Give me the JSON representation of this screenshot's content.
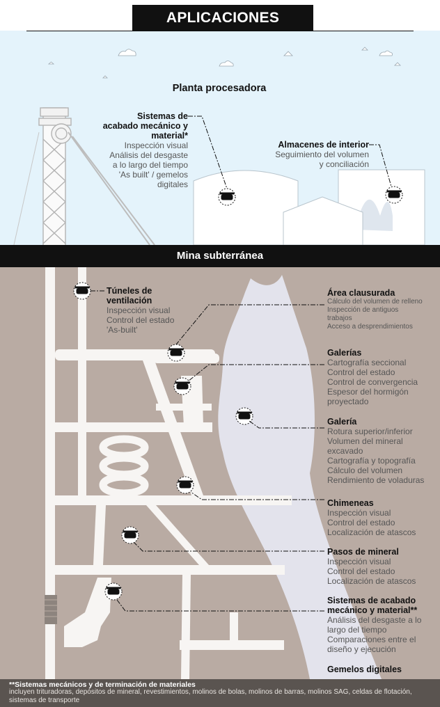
{
  "header": {
    "title": "APLICACIONES"
  },
  "plant": {
    "title": "Planta procesadora",
    "systems": {
      "title_lines": [
        "Sistemas de",
        "acabado mecánico y",
        "material*"
      ],
      "items": [
        "Inspección visual",
        "Análisis del desgaste",
        "a lo largo del tiempo",
        "'As built' / gemelos",
        "digitales"
      ]
    },
    "storage": {
      "title": "Almacenes de interior",
      "items": [
        "Seguimiento del volumen",
        "y conciliación"
      ]
    }
  },
  "mine": {
    "title": "Mina subterránea",
    "ventilation": {
      "title_lines": [
        "Túneles de",
        "ventilación"
      ],
      "items": [
        "Inspección visual",
        "Control del estado",
        "'As-built'"
      ]
    },
    "closed_area": {
      "title": "Área clausurada",
      "items": [
        "Cálculo del volumen de relleno",
        "Inspección de antiguos",
        "trabajos",
        "Acceso a desprendimientos"
      ]
    },
    "galleries": {
      "title": "Galerías",
      "items": [
        "Cartografía seccional",
        "Control del estado",
        "Control de convergencia",
        "Espesor del hormigón",
        "proyectado"
      ]
    },
    "gallery": {
      "title": "Galería",
      "items": [
        "Rotura superior/inferior",
        "Volumen del mineral",
        "excavado",
        "Cartografía y topografía",
        "Cálculo del volumen",
        "Rendimiento de voladuras"
      ]
    },
    "chimneys": {
      "title": "Chimeneas",
      "items": [
        "Inspección visual",
        "Control del estado",
        "Localización de atascos"
      ]
    },
    "ore_passes": {
      "title": "Pasos de mineral",
      "items": [
        "Inspección visual",
        "Control del estado",
        "Localización de atascos"
      ]
    },
    "finishing": {
      "title_lines": [
        "Sistemas de acabado",
        "mecánico y material**"
      ],
      "items": [
        "Análisis del desgaste a lo",
        "largo del tiempo",
        "Comparaciones entre el",
        "diseño y ejecución"
      ]
    },
    "digital_twins": {
      "title": "Gemelos digitales"
    }
  },
  "footnote": {
    "title": "**Sistemas mecánicos y de terminación de materiales",
    "text": "incluyen trituradoras, depósitos de mineral, revestimientos, molinos de bolas, molinos de barras, molinos SAG, celdas de flotación, sistemas de transporte"
  },
  "colors": {
    "sky": "#e4f3fb",
    "ground": "#b9aba3",
    "ore": "#e3e3ec",
    "tunnel": "#f7f5f3",
    "dark": "#111111"
  }
}
